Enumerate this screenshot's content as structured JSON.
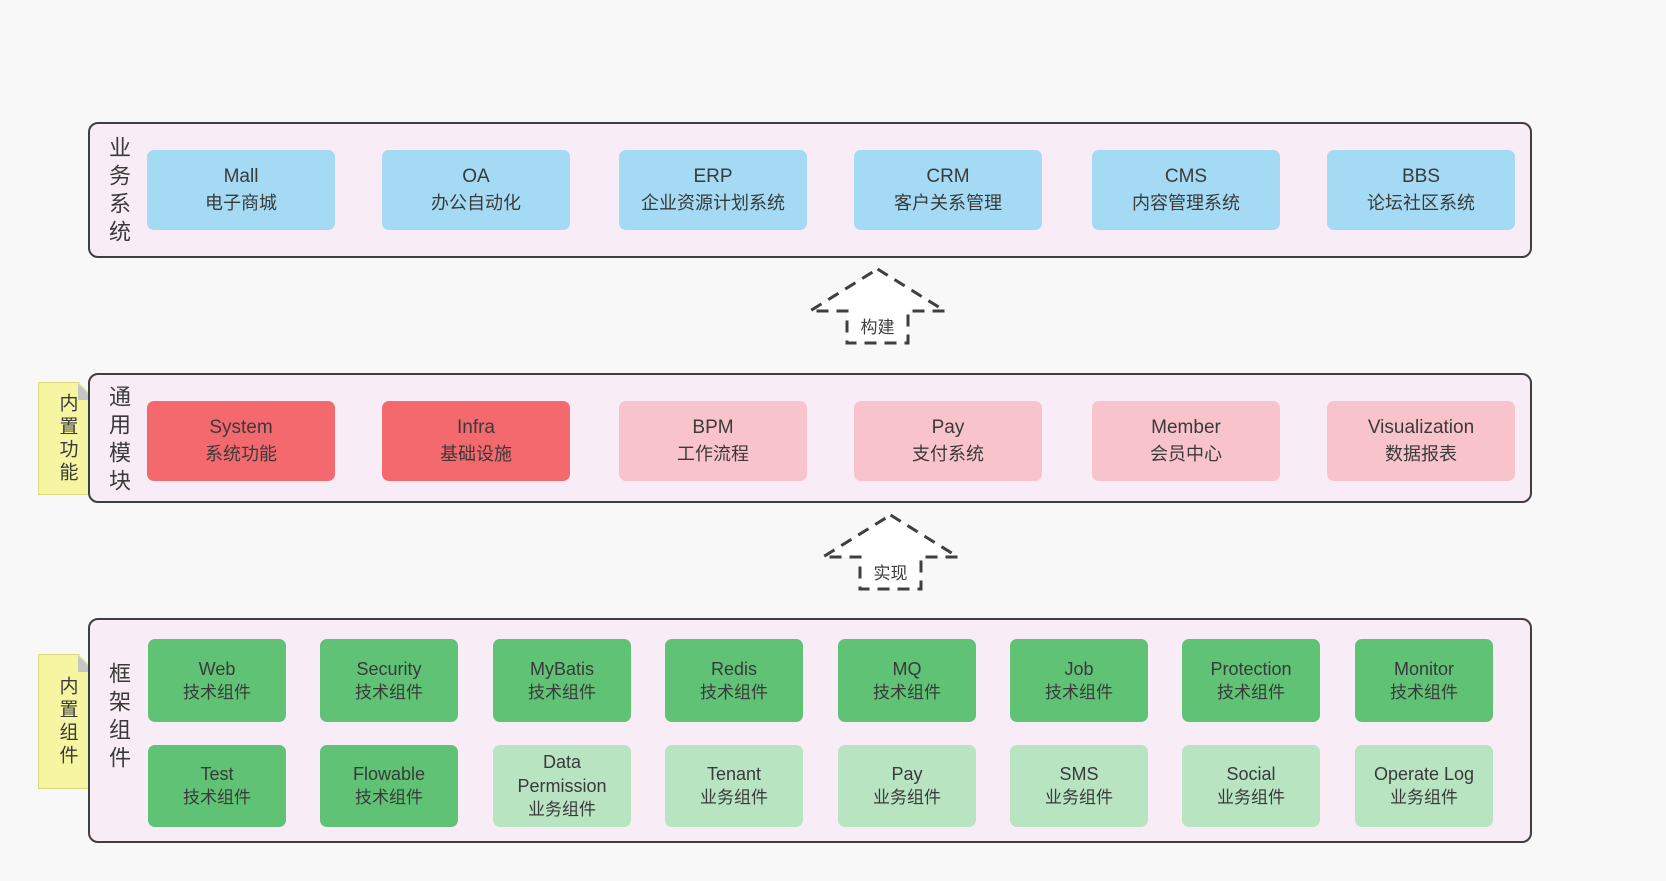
{
  "colors": {
    "page_bg": "#f8f8f8",
    "band_bg": "#f8edf6",
    "band_border": "#3f3f3f",
    "blue_box": "#a4daf3",
    "red_box": "#f4696e",
    "pink_box": "#f9c3cc",
    "green_box": "#5fc274",
    "light_green_box": "#b8e4c2",
    "note_yellow": "#f6f6a2",
    "note_fold_gray": "#c6c6c6",
    "text": "#3a3a3a"
  },
  "bands": [
    {
      "id": "business-systems",
      "label": "业务系统",
      "boxes": [
        {
          "name": "Mall",
          "sub": "电子商城"
        },
        {
          "name": "OA",
          "sub": "办公自动化"
        },
        {
          "name": "ERP",
          "sub": "企业资源计划系统"
        },
        {
          "name": "CRM",
          "sub": "客户关系管理"
        },
        {
          "name": "CMS",
          "sub": "内容管理系统"
        },
        {
          "name": "BBS",
          "sub": "论坛社区系统"
        }
      ]
    },
    {
      "id": "common-modules",
      "label": "通用模块",
      "note": "内置功能",
      "boxes": [
        {
          "name": "System",
          "sub": "系统功能"
        },
        {
          "name": "Infra",
          "sub": "基础设施"
        },
        {
          "name": "BPM",
          "sub": "工作流程"
        },
        {
          "name": "Pay",
          "sub": "支付系统"
        },
        {
          "name": "Member",
          "sub": "会员中心"
        },
        {
          "name": "Visualization",
          "sub": "数据报表"
        }
      ]
    },
    {
      "id": "framework-components",
      "label": "框架组件",
      "note": "内置组件",
      "rows": [
        [
          {
            "name": "Web",
            "sub": "技术组件"
          },
          {
            "name": "Security",
            "sub": "技术组件"
          },
          {
            "name": "MyBatis",
            "sub": "技术组件"
          },
          {
            "name": "Redis",
            "sub": "技术组件"
          },
          {
            "name": "MQ",
            "sub": "技术组件"
          },
          {
            "name": "Job",
            "sub": "技术组件"
          },
          {
            "name": "Protection",
            "sub": "技术组件"
          },
          {
            "name": "Monitor",
            "sub": "技术组件"
          }
        ],
        [
          {
            "name": "Test",
            "sub": "技术组件"
          },
          {
            "name": "Flowable",
            "sub": "技术组件"
          },
          {
            "name": "Data Permission",
            "sub": "业务组件"
          },
          {
            "name": "Tenant",
            "sub": "业务组件"
          },
          {
            "name": "Pay",
            "sub": "业务组件"
          },
          {
            "name": "SMS",
            "sub": "业务组件"
          },
          {
            "name": "Social",
            "sub": "业务组件"
          },
          {
            "name": "Operate Log",
            "sub": "业务组件"
          }
        ]
      ]
    }
  ],
  "arrows": [
    {
      "label": "构建"
    },
    {
      "label": "实现"
    }
  ]
}
